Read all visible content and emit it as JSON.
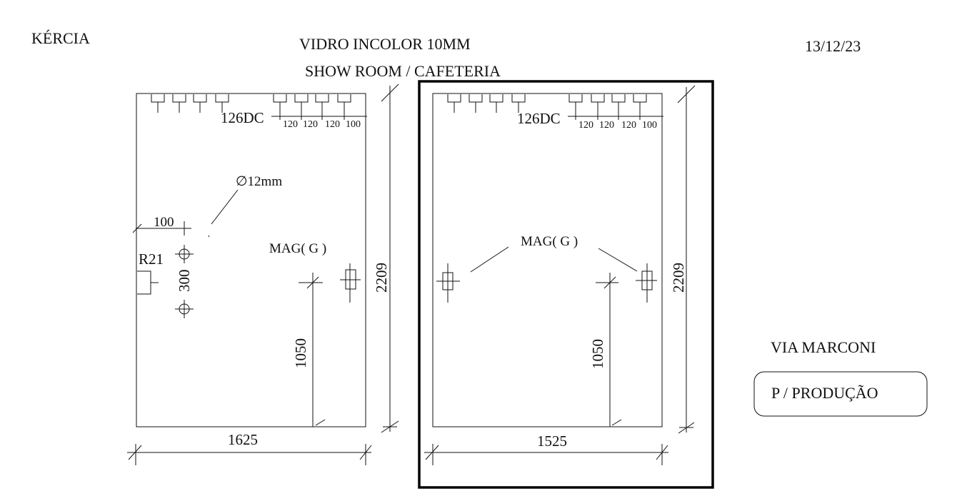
{
  "header": {
    "client": "KÉRCIA",
    "material": "VIDRO INCOLOR 10MM",
    "location": "SHOW ROOM / CAFETERIA",
    "date": "13/12/23"
  },
  "panel_left": {
    "hardware_label": "126DC",
    "spacings": [
      "120",
      "120",
      "120",
      "100"
    ],
    "hole_label": "∅12mm",
    "offset_label": "100",
    "notch_label": "R21",
    "hole_spacing_label": "300",
    "magnet_label": "MAG( G )",
    "height_label": "2209",
    "magnet_height_label": "1050",
    "width_label": "1625"
  },
  "panel_right": {
    "hardware_label": "126DC",
    "spacings": [
      "120",
      "120",
      "120",
      "100"
    ],
    "magnet_label": "MAG( G )",
    "height_label": "2209",
    "magnet_height_label": "1050",
    "width_label": "1525"
  },
  "notes": {
    "street": "VIA MARCONI",
    "purpose": "P / PRODUÇÃO"
  }
}
